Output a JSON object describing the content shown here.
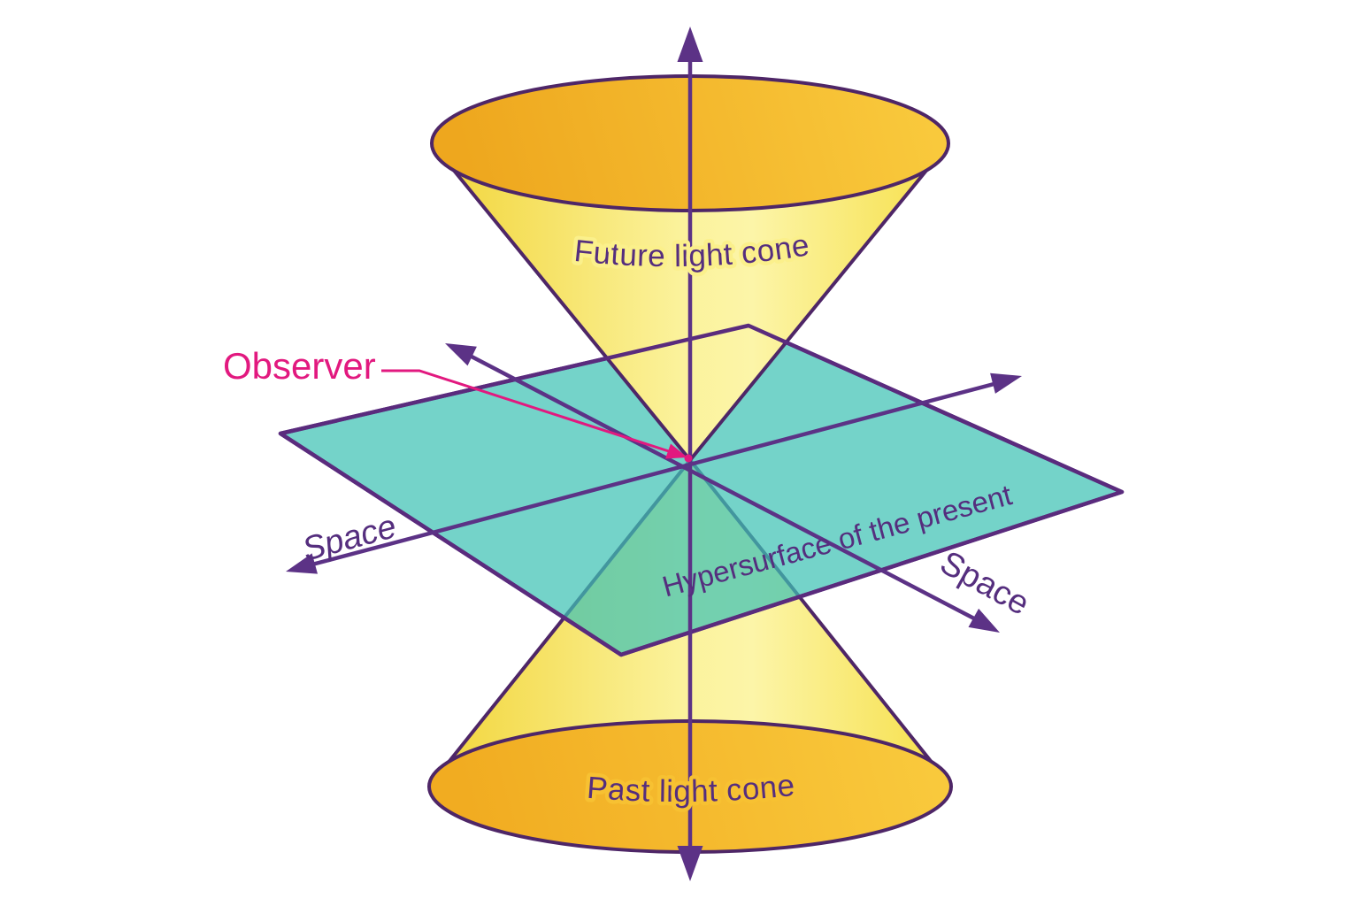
{
  "diagram": {
    "type": "light-cone-spacetime-diagram",
    "labels": {
      "future_cone": "Future light cone",
      "past_cone": "Past light cone",
      "hypersurface": "Hypersurface of the present",
      "observer": "Observer",
      "space_axis_left": "Space",
      "space_axis_right": "Space"
    },
    "colors": {
      "background": "#FFFFFF",
      "cone_yellow_edge": "#F2D53A",
      "cone_yellow_center": "#FBF29B",
      "ellipse_orange_dark": "#EEA71E",
      "ellipse_orange_light": "#F9C93C",
      "plane_teal": "#3FC2B4",
      "plane_outline": "#5A2B7D",
      "cone_outline": "#4E2667",
      "axis_purple": "#5C3286",
      "label_purple": "#552E7E",
      "observer_pink": "#E2197F"
    }
  }
}
